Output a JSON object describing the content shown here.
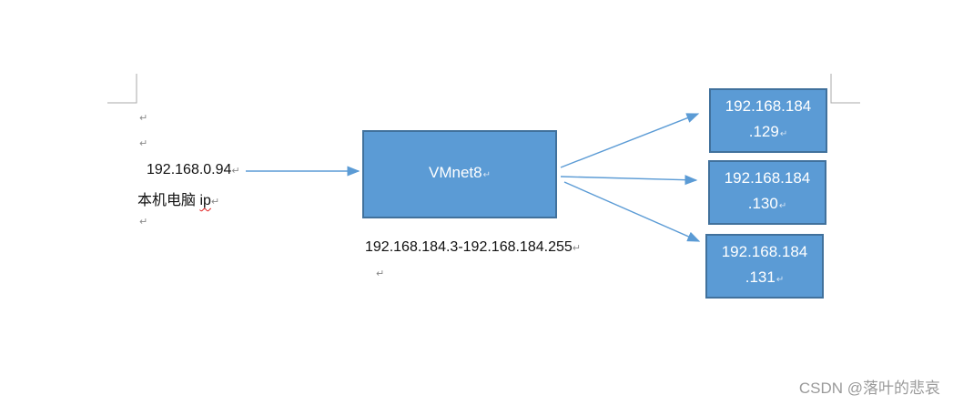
{
  "host": {
    "ip": "192.168.0.94",
    "caption": "本机电脑 ",
    "caption_suffix": "ip"
  },
  "vmnet": {
    "label": "VMnet8",
    "range": "192.168.184.3-192.168.184.255"
  },
  "vms": [
    {
      "line1": "192.168.184",
      "line2": ".129"
    },
    {
      "line1": "192.168.184",
      "line2": ".130"
    },
    {
      "line1": "192.168.184",
      "line2": ".131"
    }
  ],
  "return_mark": "↵",
  "watermark": "CSDN @落叶的悲哀",
  "colors": {
    "box_fill": "#5b9bd5",
    "box_border": "#41719c",
    "arrow": "#5b9bd5"
  }
}
